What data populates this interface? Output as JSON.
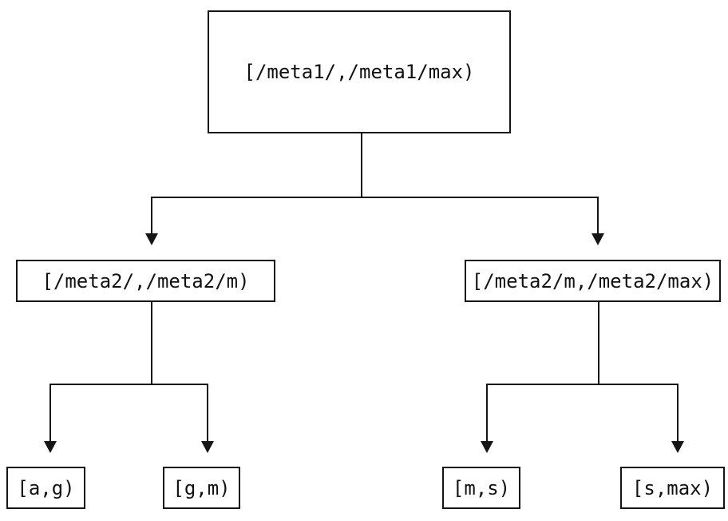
{
  "diagram": {
    "title": "interval-partition-tree",
    "colors": {
      "background": "#ffffff",
      "line": "#151515",
      "text": "#111111"
    },
    "root": {
      "label": "[/meta1/,/meta1/max)"
    },
    "level2": [
      {
        "label": "[/meta2/,/meta2/m)"
      },
      {
        "label": "[/meta2/m,/meta2/max)"
      }
    ],
    "leaves": [
      {
        "label": "[a,g)"
      },
      {
        "label": "[g,m)"
      },
      {
        "label": "[m,s)"
      },
      {
        "label": "[s,max)"
      }
    ]
  }
}
